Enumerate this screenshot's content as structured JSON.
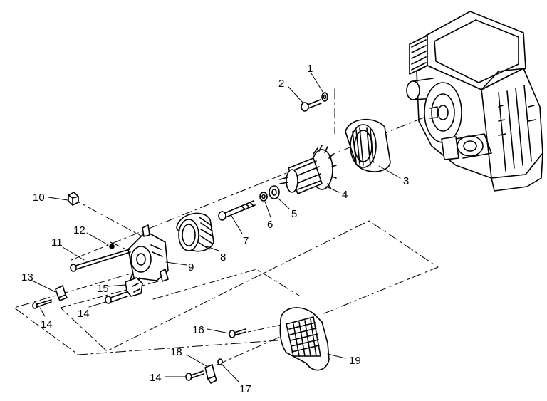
{
  "diagram": {
    "colors": {
      "ink": "#000000",
      "paper": "#ffffff"
    },
    "callouts": [
      {
        "id": "1",
        "text": "1"
      },
      {
        "id": "2",
        "text": "2"
      },
      {
        "id": "3",
        "text": "3"
      },
      {
        "id": "4",
        "text": "4"
      },
      {
        "id": "5",
        "text": "5"
      },
      {
        "id": "6",
        "text": "6"
      },
      {
        "id": "7",
        "text": "7"
      },
      {
        "id": "8",
        "text": "8"
      },
      {
        "id": "9",
        "text": "9"
      },
      {
        "id": "10",
        "text": "10"
      },
      {
        "id": "11",
        "text": "11"
      },
      {
        "id": "12",
        "text": "12"
      },
      {
        "id": "13",
        "text": "13"
      },
      {
        "id": "14",
        "text": "14"
      },
      {
        "id": "15",
        "text": "15"
      },
      {
        "id": "16",
        "text": "16"
      },
      {
        "id": "17",
        "text": "17"
      },
      {
        "id": "18",
        "text": "18"
      },
      {
        "id": "19",
        "text": "19"
      }
    ]
  }
}
